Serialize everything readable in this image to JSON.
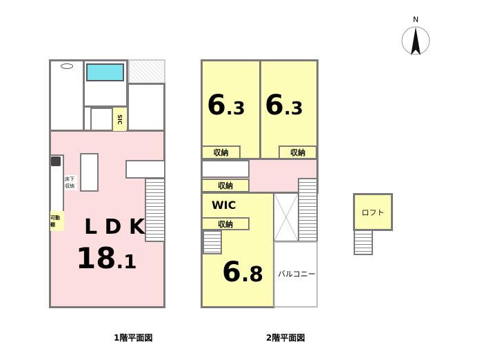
{
  "floor1": {
    "title": "1階平面図",
    "ldk_label": "L D K",
    "ldk_size_int": "18",
    "ldk_size_dec": ".1",
    "sic": "SIC",
    "underfloor": "床下収納",
    "shelf": "可動棚"
  },
  "floor2": {
    "title": "2階平面図",
    "room1_int": "6",
    "room1_dec": ".3",
    "room2_int": "6",
    "room2_dec": ".3",
    "room3_int": "6",
    "room3_dec": ".8",
    "storage": "収納",
    "wic": "WIC",
    "balcony": "バルコニー"
  },
  "loft": {
    "label": "ロフト"
  },
  "compass": {
    "label": "N"
  },
  "colors": {
    "room": "#fdfdb8",
    "ldk": "#fddede",
    "bath": "#7fe3ef",
    "wall": "#7a7a7a"
  }
}
